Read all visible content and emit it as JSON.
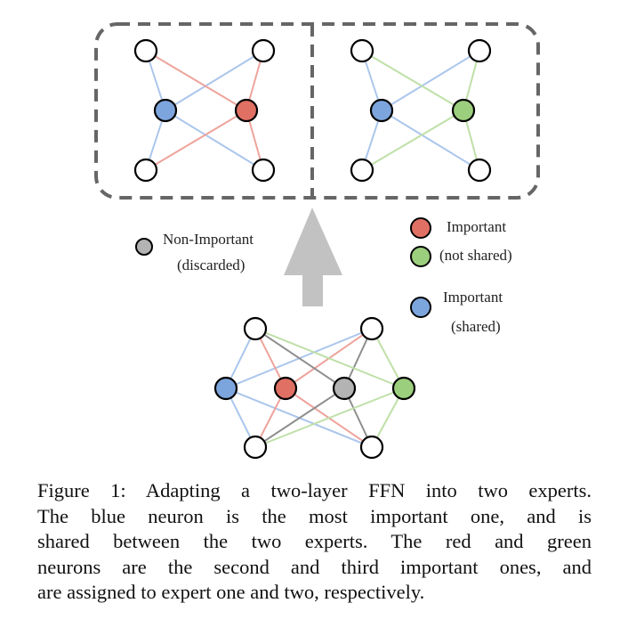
{
  "colors": {
    "important_shared": "#7da5dd",
    "important_not_shared_expert1": "#e07064",
    "important_not_shared_expert2": "#9ccf7d",
    "non_important": "#b3b3b3",
    "edge_blue": "#abc6ec",
    "edge_red": "#eea49c",
    "edge_green": "#bfe0a8",
    "edge_gray": "#8e8e8e",
    "box_dash": "#666666",
    "arrow": "#c2c2c2"
  },
  "legend": {
    "non_important": {
      "line1": "Non-Important",
      "line2": "(discarded)"
    },
    "important_not_shared": {
      "line1": "Important",
      "line2": "(not shared)"
    },
    "important_shared": {
      "line1": "Important",
      "line2": "(shared)"
    }
  },
  "caption": {
    "lines": [
      "Figure 1: Adapting a two-layer FFN into two experts.",
      "The blue neuron is the most important one, and is",
      "shared between the two experts.  The red and green",
      "neurons are the second and third important ones, and",
      "are assigned to expert one and two, respectively."
    ]
  }
}
